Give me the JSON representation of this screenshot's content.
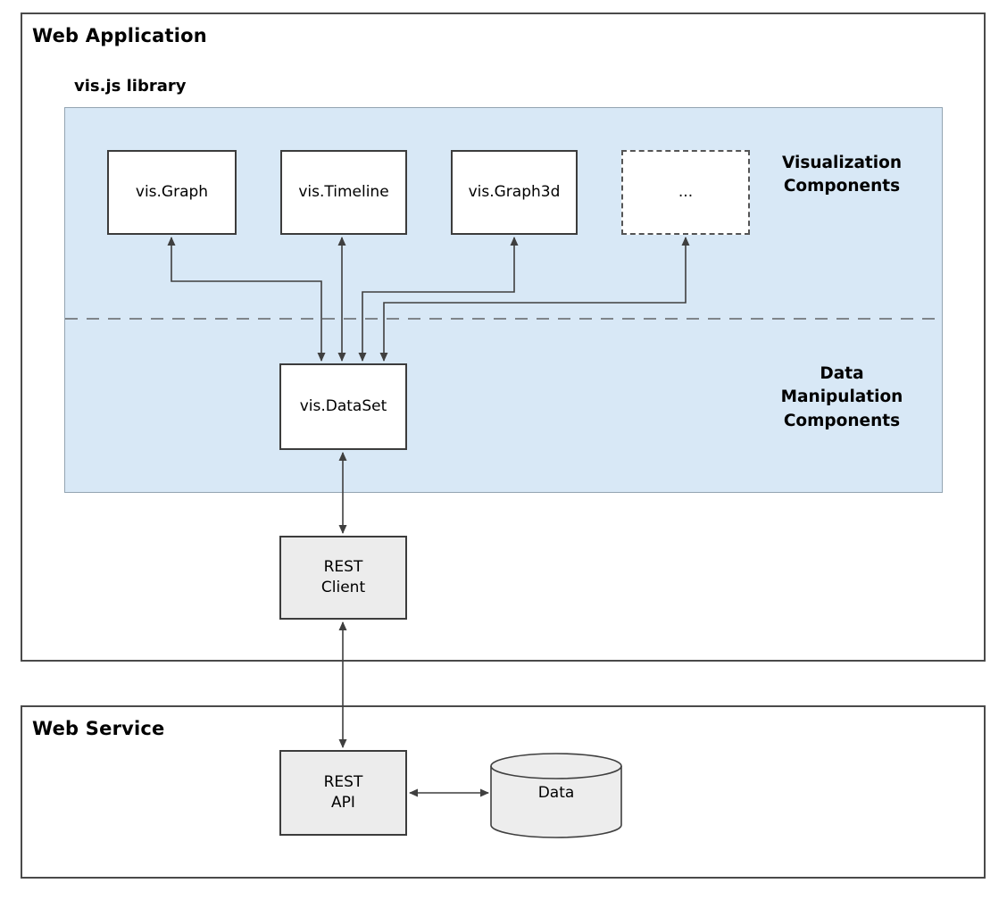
{
  "page": {
    "web_application_title": "Web Application",
    "library_title": "vis.js library",
    "web_service_title": "Web Service"
  },
  "library": {
    "boxes": {
      "vis_graph": "vis.Graph",
      "vis_timeline": "vis.Timeline",
      "vis_graph3d": "vis.Graph3d",
      "ellipsis": "...",
      "vis_dataset": "vis.DataSet"
    },
    "section_labels": {
      "visualization": "Visualization\nComponents",
      "data_manipulation": "Data\nManipulation\nComponents"
    }
  },
  "app": {
    "rest_client": "REST\nClient"
  },
  "service": {
    "rest_api": "REST\nAPI",
    "data_store": "Data"
  },
  "colors": {
    "library_panel_bg": "#d8e8f6",
    "gray_box_bg": "#ececec",
    "line_color": "#3f3f3f"
  }
}
